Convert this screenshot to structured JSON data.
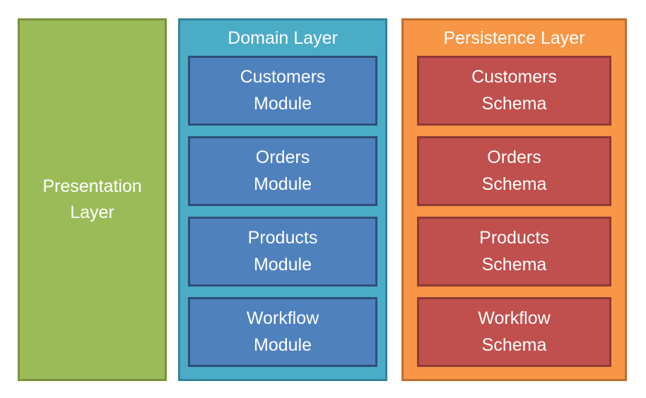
{
  "diagram": {
    "layers": {
      "presentation": {
        "title": "Presentation\nLayer"
      },
      "domain": {
        "title": "Domain Layer",
        "modules": [
          {
            "label": "Customers\nModule"
          },
          {
            "label": "Orders\nModule"
          },
          {
            "label": "Products\nModule"
          },
          {
            "label": "Workflow\nModule"
          }
        ]
      },
      "persistence": {
        "title": "Persistence Layer",
        "schemas": [
          {
            "label": "Customers\nSchema"
          },
          {
            "label": "Orders\nSchema"
          },
          {
            "label": "Products\nSchema"
          },
          {
            "label": "Workflow\nSchema"
          }
        ]
      }
    },
    "colors": {
      "presentation_fill": "#9BBB59",
      "presentation_border": "#77933C",
      "domain_fill": "#4BACC6",
      "domain_border": "#31849B",
      "module_fill": "#4F81BD",
      "module_border": "#2E4E79",
      "persistence_fill": "#F79646",
      "persistence_border": "#BD6E2D",
      "schema_fill": "#C0504D",
      "schema_border": "#8E3937",
      "text": "#FFFFFF",
      "background": "#FFFFFF"
    }
  }
}
